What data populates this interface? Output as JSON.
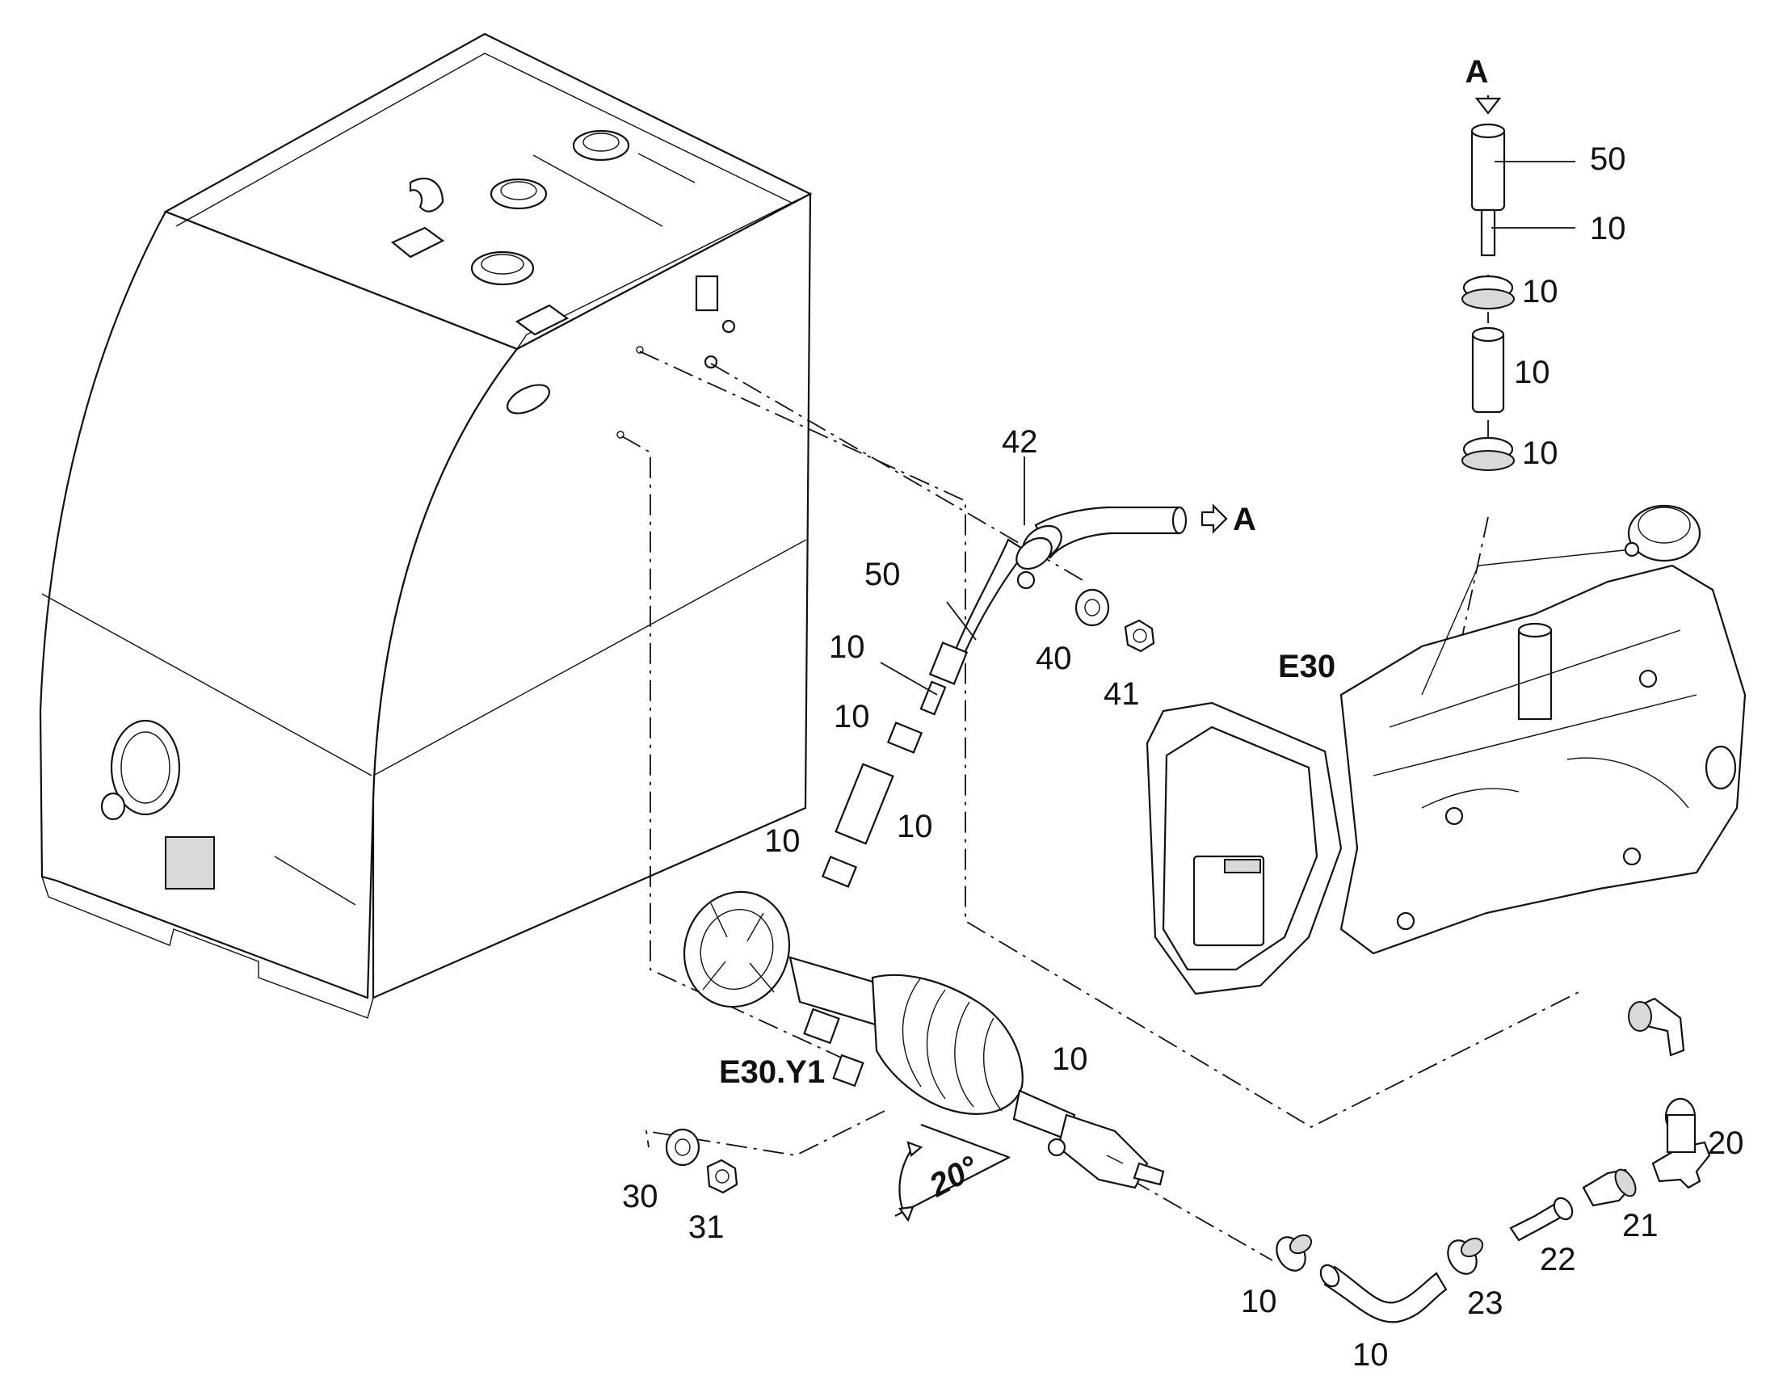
{
  "labels": {
    "a_top": "A",
    "a_side": "A",
    "p50_top": "50",
    "p10_top1": "10",
    "p10_top2": "10",
    "p10_top3": "10",
    "p10_top4": "10",
    "p42": "42",
    "p50_mid": "50",
    "p10_mid1": "10",
    "p10_mid2": "10",
    "p10_mid3": "10",
    "p10_mid4": "10",
    "p40": "40",
    "p41": "41",
    "e30": "E30",
    "e30y1": "E30.Y1",
    "p10_valve": "10",
    "angle": "20°",
    "p30": "30",
    "p31": "31",
    "p10_bottom1": "10",
    "p10_bottom2": "10",
    "p23": "23",
    "p22": "22",
    "p21": "21",
    "p20": "20"
  }
}
